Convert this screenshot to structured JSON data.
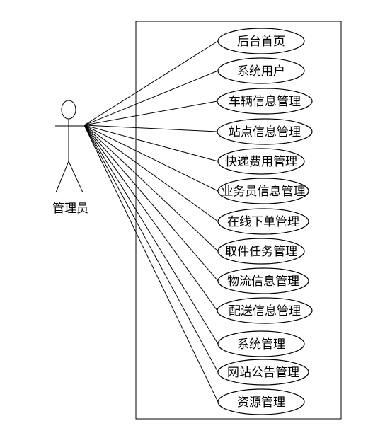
{
  "actor": {
    "label": "管理员"
  },
  "use_cases": [
    {
      "label": "后台首页"
    },
    {
      "label": "系统用户"
    },
    {
      "label": "车辆信息管理"
    },
    {
      "label": "站点信息管理"
    },
    {
      "label": "快递费用管理"
    },
    {
      "label": "业务员信息管理"
    },
    {
      "label": "在线下单管理"
    },
    {
      "label": "取件任务管理"
    },
    {
      "label": "物流信息管理"
    },
    {
      "label": "配送信息管理"
    },
    {
      "label": "系统管理"
    },
    {
      "label": "网站公告管理"
    },
    {
      "label": "资源管理"
    }
  ]
}
